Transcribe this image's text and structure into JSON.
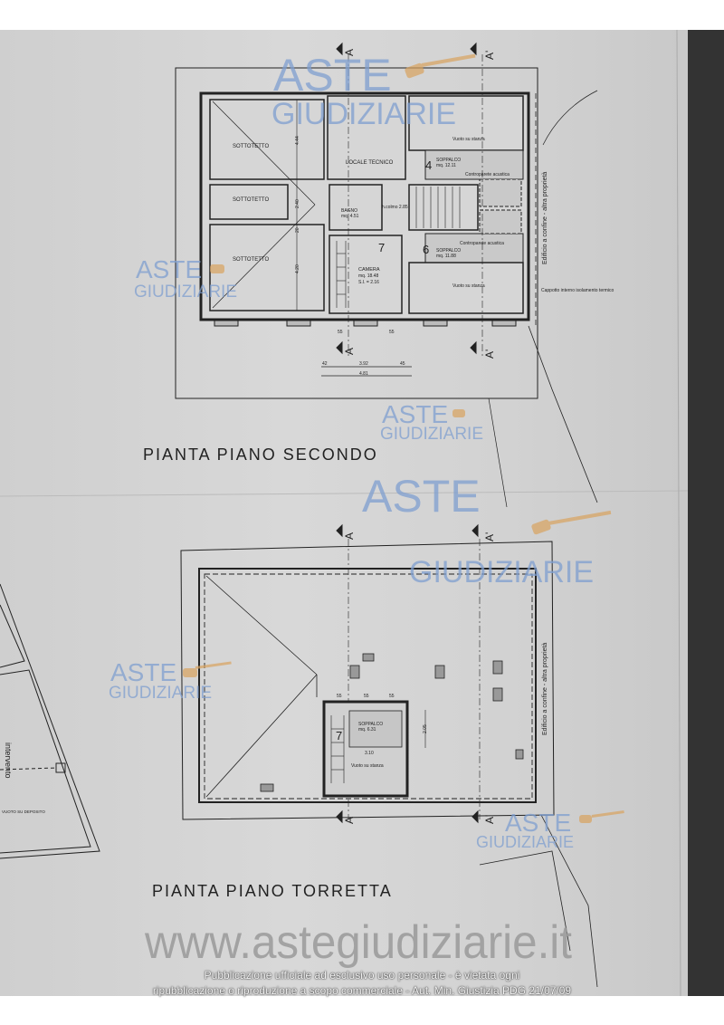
{
  "watermark": {
    "brand_line1": "ASTE",
    "brand_line2": "GIUDIZIARIE",
    "site": "www.astegiudiziarie.it"
  },
  "footer": {
    "line1": "Pubblicazione ufficiale ad esclusivo uso personale - è vietata ogni",
    "line2": "ripubblicazione o riproduzione a scopo commerciale - Aut. Min. Giustizia PDG 21/07/09"
  },
  "plan_second": {
    "title": "PIANTA PIANO SECONDO",
    "section_a": "A",
    "section_a_prime": "A'",
    "rooms": {
      "sottotetto": "SOTTOTETTO",
      "locale_tecnico": "LOCALE TECNICO",
      "bagno": "BAGNO",
      "bagno_area": "mq. 4.51",
      "camera_num": "7",
      "camera": "CAMERA",
      "camera_area": "mq. 18.48",
      "camera_si": "S.I. = 2.16",
      "soppalco4_num": "4",
      "soppalco4": "SOPPALCO",
      "soppalco4_area": "mq. 12.11",
      "soppalco6_num": "6",
      "soppalco6": "SOPPALCO",
      "soppalco6_area": "mq. 11.88",
      "vuoto": "Vuoto su stanza",
      "controparete": "Controparete acustica",
      "hcolmo": "h.colmo 2.85"
    },
    "dims": {
      "d444": "4.44",
      "d240": "2.40",
      "d20": "20",
      "d420": "4.20",
      "d42": "42",
      "d392": "3.92",
      "d45": "45",
      "d481": "4.81",
      "d55": "55"
    },
    "side_note": "Edificio a confine - altra proprietà",
    "cappotto": "Cappotto interno isolamento termico"
  },
  "plan_tower": {
    "title": "PIANTA PIANO TORRETTA",
    "section_a": "A",
    "section_a_prime": "A'",
    "room_num": "7",
    "room": "SOPPALCO",
    "room_area": "mq. 6.31",
    "vuoto": "Vuoto su stanza",
    "dims": {
      "d205": "2.05",
      "d310": "3.10",
      "d55": "55"
    },
    "side_note": "Edificio a confine - altra proprietà"
  },
  "left_plan": {
    "vuoto": "VUOTO SU DEPOSITO",
    "partial_label": "intervento"
  }
}
